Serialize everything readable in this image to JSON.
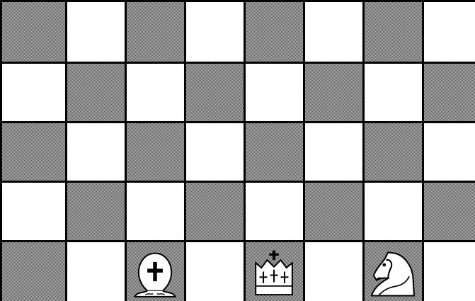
{
  "board": {
    "ranks_visible": 5,
    "files_visible": 8,
    "top_left_square": "dark",
    "colors": {
      "light_square": "#ffffff",
      "dark_square_pattern": [
        "#5e5e5e",
        "#b4b4b4"
      ],
      "grid_lines": "#000000"
    },
    "pieces": [
      {
        "type": "bishop",
        "color": "white",
        "file_index": 2,
        "rank_index": 4,
        "icon": "bishop-icon"
      },
      {
        "type": "king",
        "color": "white",
        "file_index": 4,
        "rank_index": 4,
        "icon": "king-icon"
      },
      {
        "type": "knight",
        "color": "white",
        "file_index": 6,
        "rank_index": 4,
        "icon": "knight-icon"
      }
    ]
  }
}
